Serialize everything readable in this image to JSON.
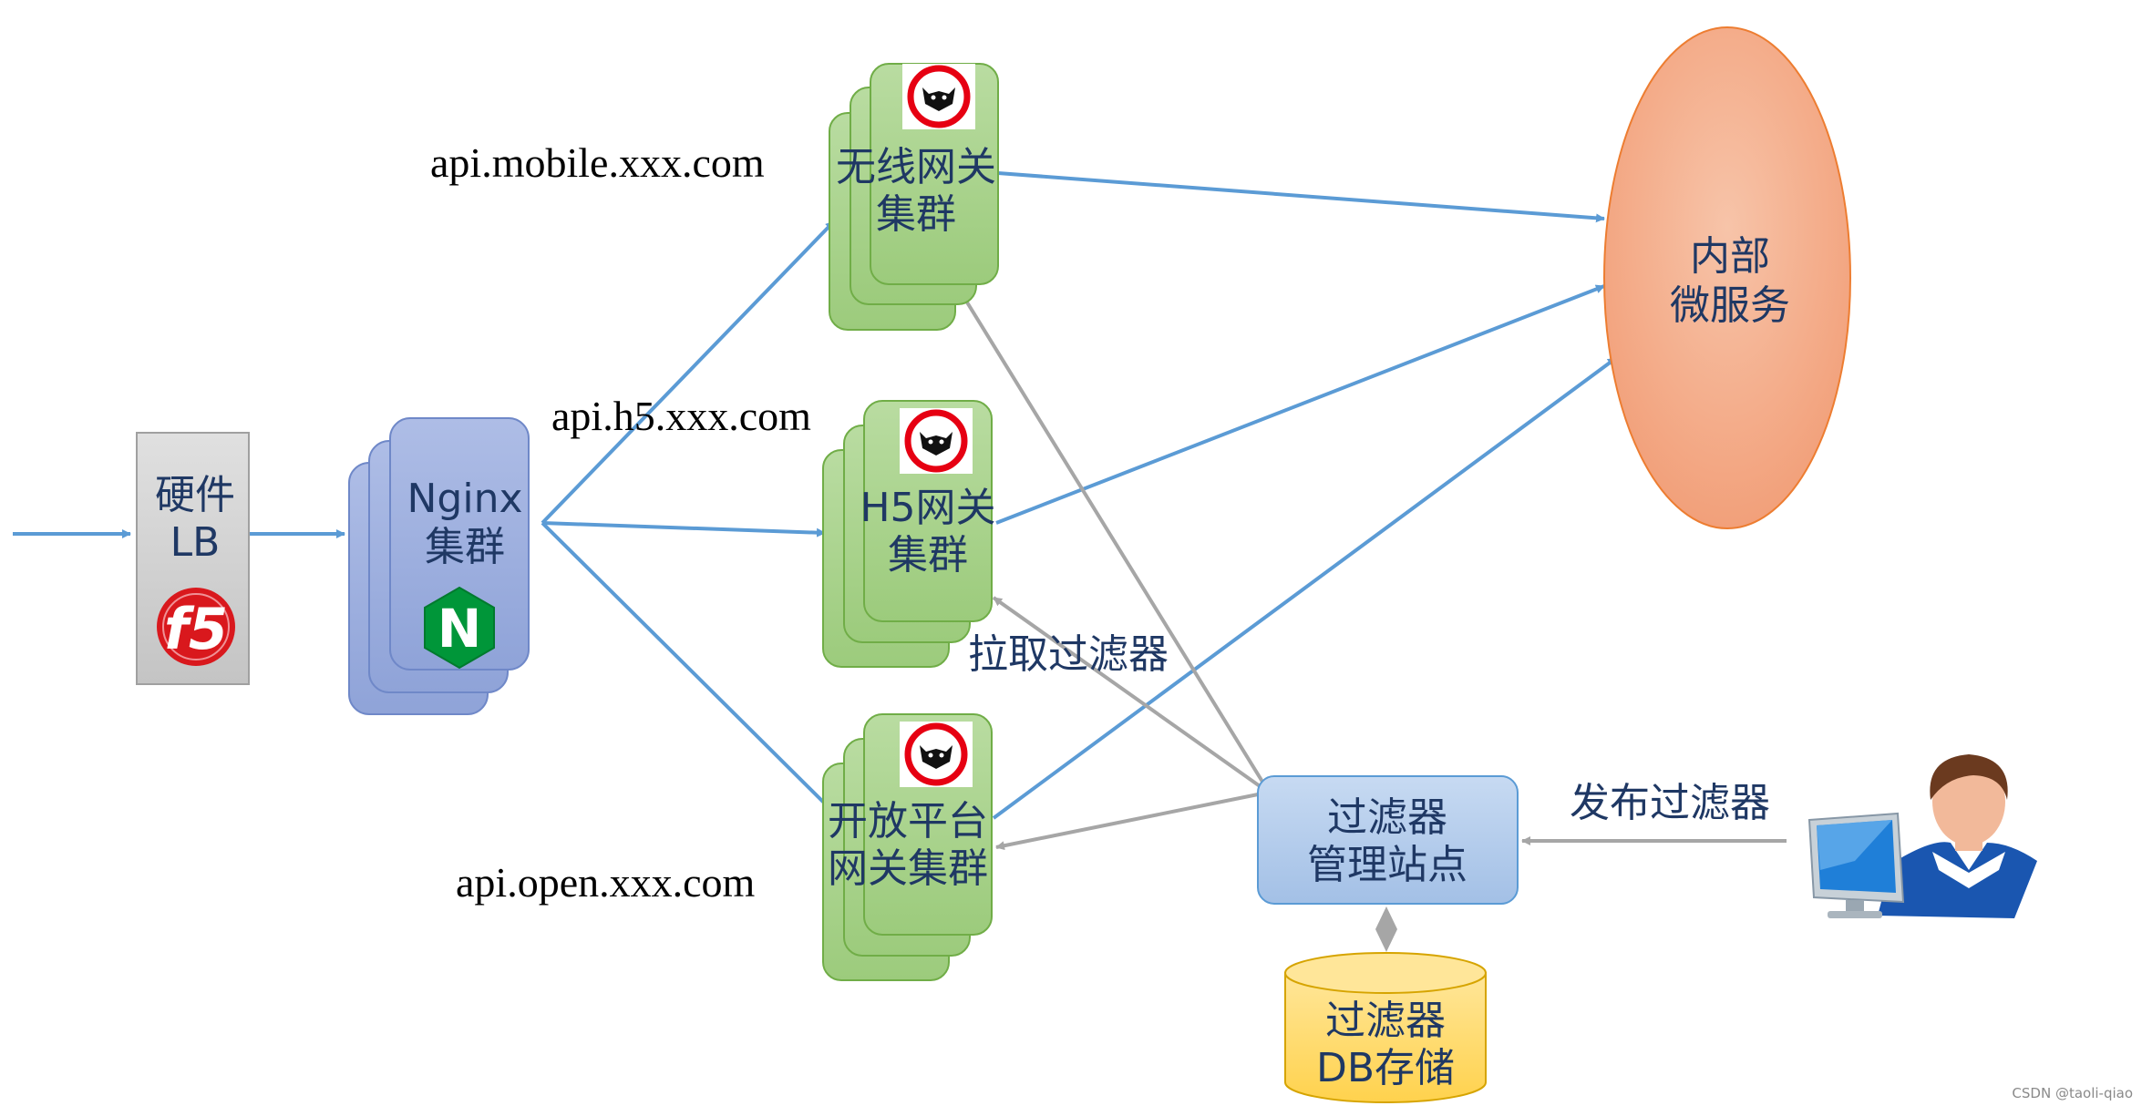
{
  "colors": {
    "arrow_blue": "#5b9bd5",
    "arrow_gray": "#a6a6a6",
    "gateway_green_fill": "#a9d18e",
    "gateway_green_stroke": "#70ad47",
    "nginx_fill": "#9dafdf",
    "nginx_stroke": "#6f88c8",
    "lb_fill": "#d0d0d0",
    "mgmt_fill": "#b4ccec",
    "db_fill": "#ffd966",
    "ellipse_fill": "#f4b18f",
    "text_dark": "#1f3864"
  },
  "nodes": {
    "hardware_lb": {
      "line1": "硬件",
      "line2": "LB",
      "icon": "f5-logo-icon",
      "logo_text": "f5"
    },
    "nginx_cluster": {
      "line1": "Nginx",
      "line2": "集群",
      "icon": "nginx-logo-icon",
      "logo_text": "N"
    },
    "wireless_gateway": {
      "line1": "无线网关",
      "line2": "集群",
      "icon": "zuul-logo-icon"
    },
    "h5_gateway": {
      "line1": "H5网关",
      "line2": "集群",
      "icon": "zuul-logo-icon"
    },
    "open_platform_gateway": {
      "line1": "开放平台",
      "line2": "网关集群",
      "icon": "zuul-logo-icon"
    },
    "internal_microservices": {
      "line1": "内部",
      "line2": "微服务"
    },
    "filter_management": {
      "line1": "过滤器",
      "line2": "管理站点"
    },
    "filter_db": {
      "line1": "过滤器",
      "line2": "DB存储"
    },
    "admin_user": {
      "icon": "user-at-computer-icon"
    }
  },
  "urls": {
    "mobile": "api.mobile.xxx.com",
    "h5": "api.h5.xxx.com",
    "open": "api.open.xxx.com"
  },
  "edge_labels": {
    "pull_filters": "拉取过滤器",
    "publish_filters": "发布过滤器"
  },
  "credit": "CSDN @taoli-qiao"
}
